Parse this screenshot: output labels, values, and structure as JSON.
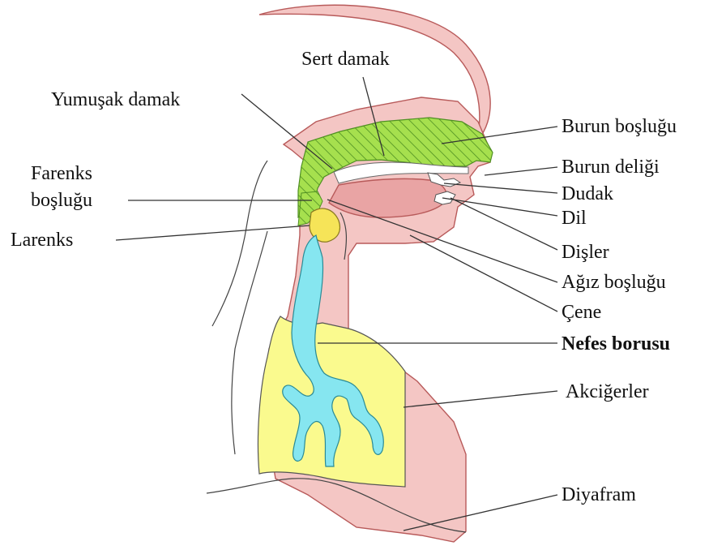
{
  "colors": {
    "tissue": "#f4c6c4",
    "tissue_outline": "#b85a5a",
    "nasal_cavity": "#a6e04e",
    "airway": "#86e6f0",
    "lungs": "#fafa8e",
    "larynx": "#f6e458",
    "teeth": "#ffffff",
    "label_text": "#111111",
    "leader_line": "#333333"
  },
  "labels": {
    "sert_damak": "Sert damak",
    "yumusak_damak": "Yumuşak damak",
    "burun_boslugu": "Burun boşluğu",
    "farenks_1": "Farenks",
    "farenks_2": "boşluğu",
    "burun_deligi": "Burun deliği",
    "dudak": "Dudak",
    "dil": "Dil",
    "larenks": "Larenks",
    "disler": "Dişler",
    "agiz_boslugu": "Ağız boşluğu",
    "cene": "Çene",
    "nefes_borusu": "Nefes borusu",
    "akcigerler": "Akciğerler",
    "diyafram": "Diyafram"
  }
}
